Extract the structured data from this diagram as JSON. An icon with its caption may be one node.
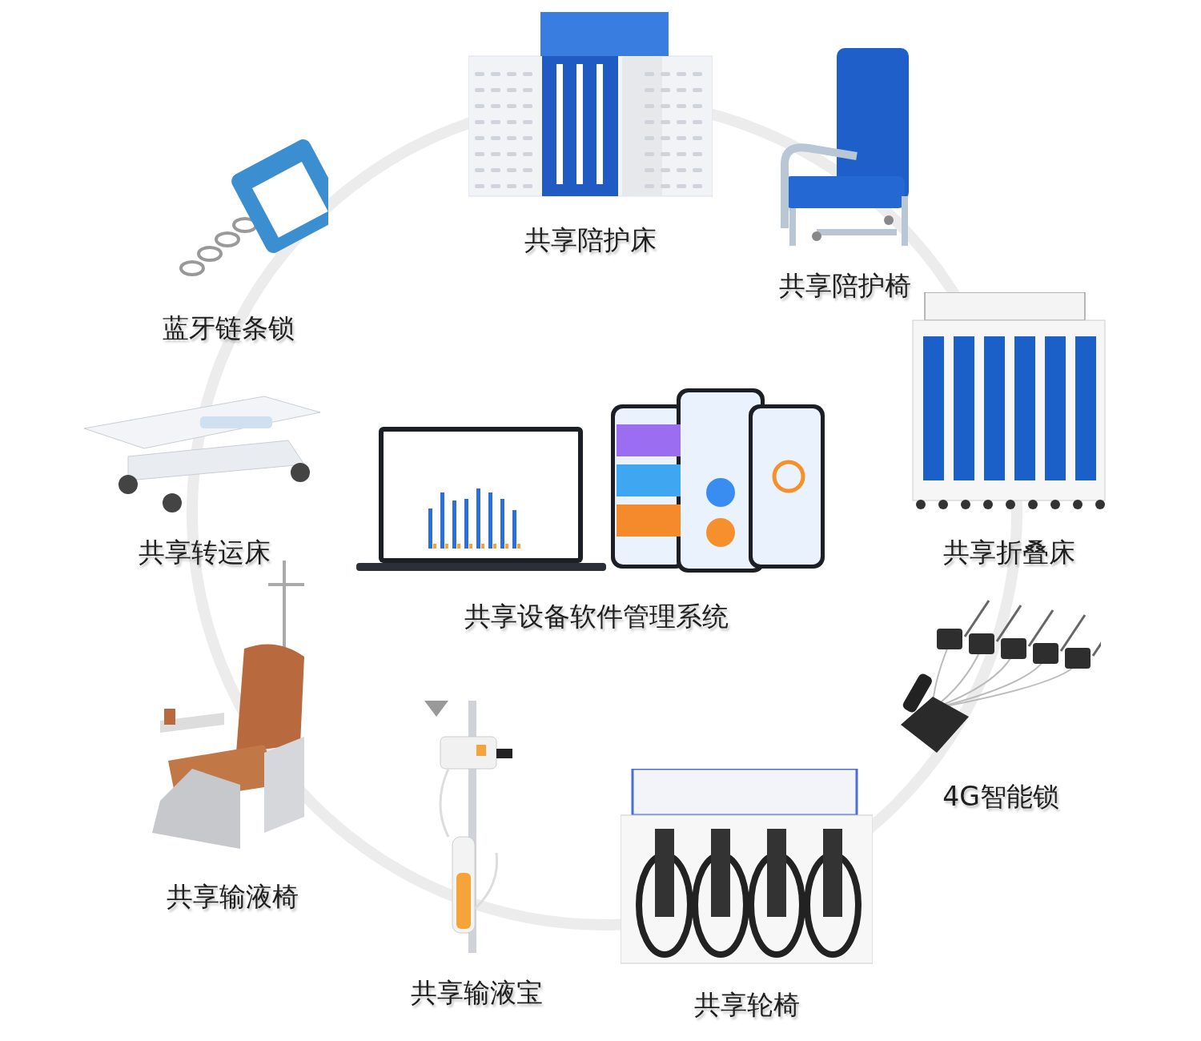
{
  "diagram": {
    "nodes": [
      {
        "text": [
          "共享陪护床"
        ]
      },
      {
        "text": [
          "共享陪护椅"
        ]
      },
      {
        "text": [
          "蓝牙链条锁"
        ]
      },
      {
        "text": [
          "共享折叠床"
        ]
      },
      {
        "text": [
          "共享转运床"
        ]
      },
      {
        "text": [
          "共享设备软件管理系统"
        ]
      },
      {
        "text": [
          "共享输液椅"
        ]
      },
      {
        "text": [
          "4G智能锁"
        ]
      },
      {
        "text": [
          "共享轮椅"
        ]
      },
      {
        "text": [
          "共享输液宝"
        ]
      }
    ]
  }
}
